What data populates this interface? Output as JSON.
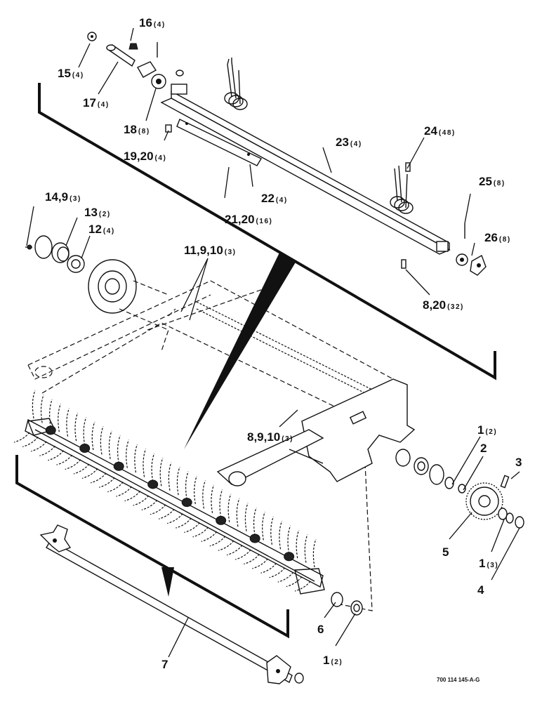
{
  "diagram": {
    "drawing_code": "700 114 145-A-G",
    "callouts": [
      {
        "id": "c15",
        "number": "15",
        "qty": "(4)"
      },
      {
        "id": "c16",
        "number": "16",
        "qty": "(4)"
      },
      {
        "id": "c17",
        "number": "17",
        "qty": "(4)"
      },
      {
        "id": "c18",
        "number": "18",
        "qty": "(8)"
      },
      {
        "id": "c19",
        "number": "19,20",
        "qty": "(4)"
      },
      {
        "id": "c23",
        "number": "23",
        "qty": "(4)"
      },
      {
        "id": "c24",
        "number": "24",
        "qty": "(48)"
      },
      {
        "id": "c22",
        "number": "22",
        "qty": "(4)"
      },
      {
        "id": "c21",
        "number": "21,20",
        "qty": "(16)"
      },
      {
        "id": "c25",
        "number": "25",
        "qty": "(8)"
      },
      {
        "id": "c26",
        "number": "26",
        "qty": "(8)"
      },
      {
        "id": "c8a",
        "number": "8,20",
        "qty": "(32)"
      },
      {
        "id": "c14",
        "number": "14,9",
        "qty": "(3)"
      },
      {
        "id": "c13",
        "number": "13",
        "qty": "(2)"
      },
      {
        "id": "c12",
        "number": "12",
        "qty": "(4)"
      },
      {
        "id": "c11",
        "number": "11,9,10",
        "qty": "(3)"
      },
      {
        "id": "c8b",
        "number": "8,9,10",
        "qty": "(3)"
      },
      {
        "id": "c1a",
        "number": "1",
        "qty": "(2)"
      },
      {
        "id": "c2",
        "number": "2",
        "qty": ""
      },
      {
        "id": "c3",
        "number": "3",
        "qty": ""
      },
      {
        "id": "c5",
        "number": "5",
        "qty": ""
      },
      {
        "id": "c1b",
        "number": "1",
        "qty": "(3)"
      },
      {
        "id": "c4",
        "number": "4",
        "qty": ""
      },
      {
        "id": "c6",
        "number": "6",
        "qty": ""
      },
      {
        "id": "c1c",
        "number": "1",
        "qty": "(2)"
      },
      {
        "id": "c7",
        "number": "7",
        "qty": ""
      }
    ]
  }
}
